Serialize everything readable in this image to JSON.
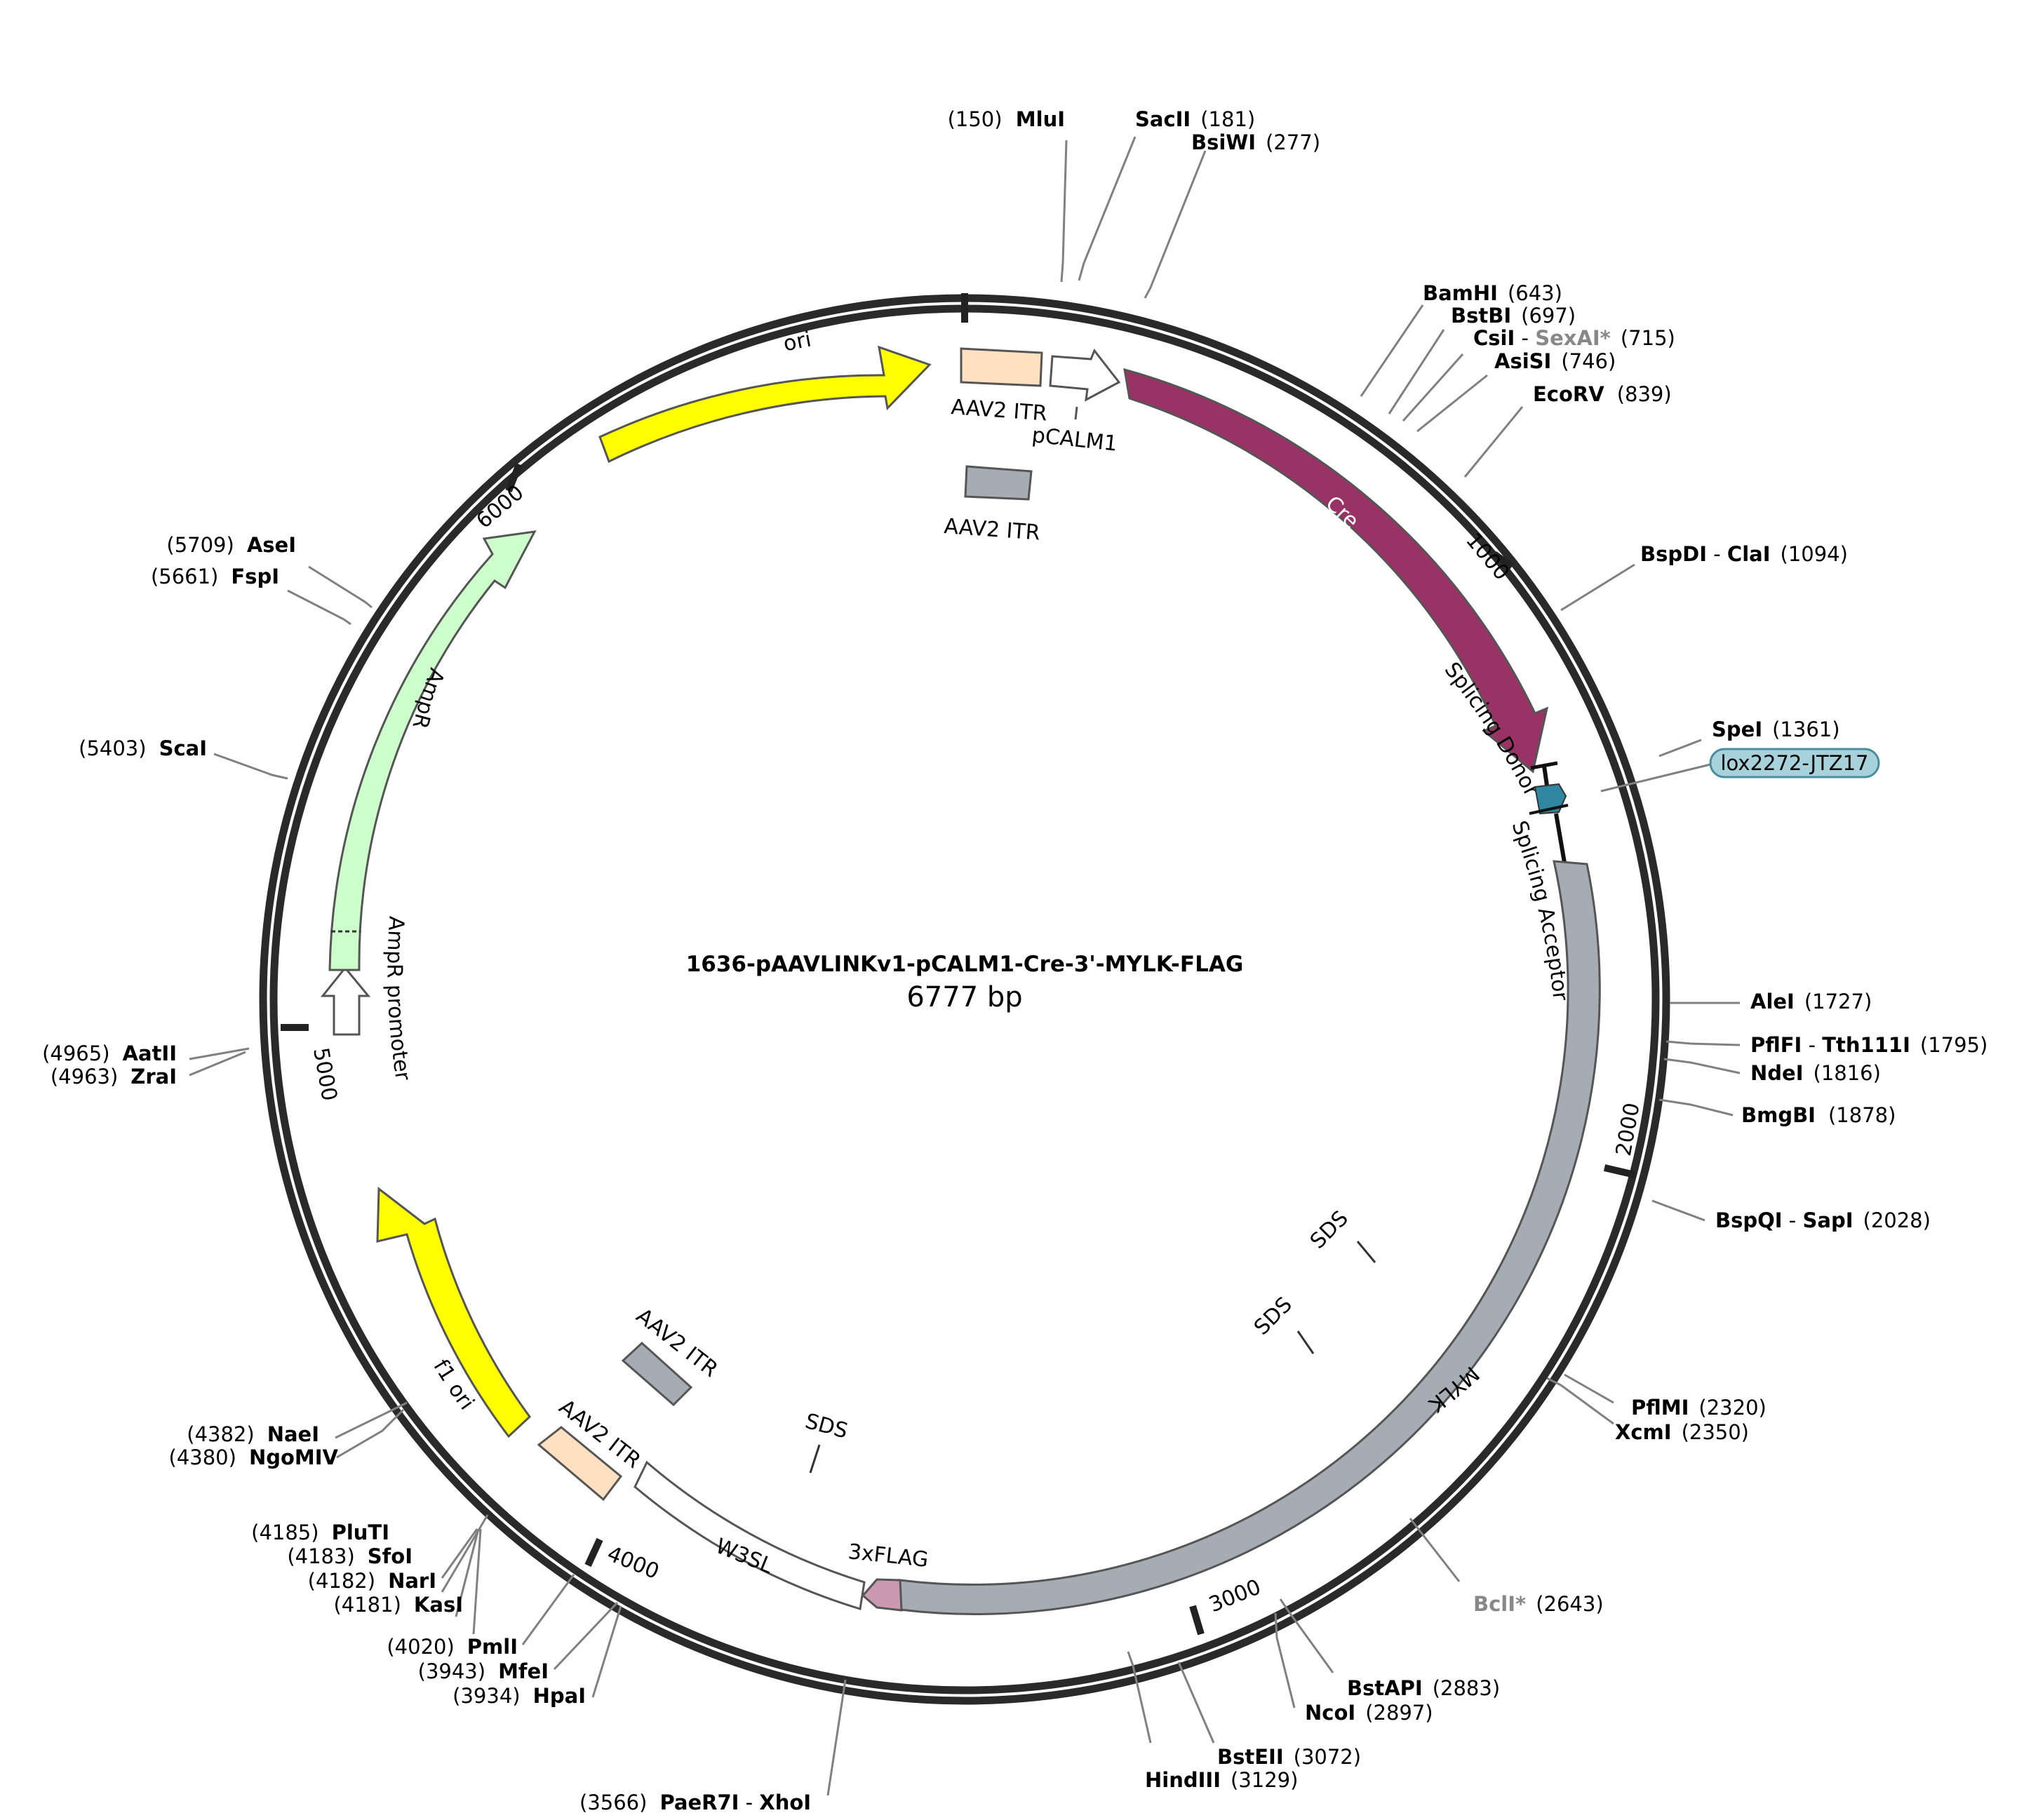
{
  "title": "1636-pAAVLINKv1-pCALM1-Cre-3'-MYLK-FLAG",
  "size_label": "6777 bp",
  "total_bp": 6777,
  "colors": {
    "ori": "#ffff00",
    "cre": "#993366",
    "mylk": "#a6acb3",
    "itr": "#ffe0c0",
    "itr_grey": "#a6acb3",
    "ampr": "#ccffcc",
    "flag": "#cc99b3",
    "lox": "#2e86a0",
    "lox_label_bg": "#a8d2db",
    "line": "#808080"
  },
  "ticks": [
    {
      "pos": 1000,
      "label": "1000"
    },
    {
      "pos": 2000,
      "label": "2000"
    },
    {
      "pos": 3000,
      "label": "3000"
    },
    {
      "pos": 4000,
      "label": "4000"
    },
    {
      "pos": 5000,
      "label": "5000"
    },
    {
      "pos": 6000,
      "label": "6000"
    }
  ],
  "features": [
    {
      "id": "ori",
      "label": "ori"
    },
    {
      "id": "itr1",
      "label": "AAV2 ITR"
    },
    {
      "id": "itr1b",
      "label": "AAV2 ITR"
    },
    {
      "id": "pcalm1",
      "label": "pCALM1"
    },
    {
      "id": "cre",
      "label": "Cre"
    },
    {
      "id": "sd",
      "label": "Splicing Donor"
    },
    {
      "id": "sa",
      "label": "Splicing Acceptor"
    },
    {
      "id": "lox",
      "label": "lox2272-JTZ17"
    },
    {
      "id": "mylk",
      "label": "MYLK"
    },
    {
      "id": "flag",
      "label": "3xFLAG"
    },
    {
      "id": "w3sl",
      "label": "W3SL"
    },
    {
      "id": "itr2",
      "label": "AAV2 ITR"
    },
    {
      "id": "itr2b",
      "label": "AAV2 ITR"
    },
    {
      "id": "f1ori",
      "label": "f1 ori"
    },
    {
      "id": "ampr_promoter",
      "label": "AmpR promoter"
    },
    {
      "id": "ampr",
      "label": "AmpR"
    },
    {
      "id": "sds1",
      "label": "SDS"
    },
    {
      "id": "sds2",
      "label": "SDS"
    },
    {
      "id": "sds3",
      "label": "SDS"
    }
  ],
  "sites": [
    {
      "name": "MluI",
      "pos": "(150)"
    },
    {
      "name": "SacII",
      "pos": "(181)"
    },
    {
      "name": "BsiWI",
      "pos": "(277)"
    },
    {
      "name": "BamHI",
      "pos": "(643)"
    },
    {
      "name": "BstBI",
      "pos": "(697)"
    },
    {
      "name": "CsiI",
      "sep": " - ",
      "name2": "SexAI*",
      "pos": "(715)"
    },
    {
      "name": "AsiSI",
      "pos": "(746)"
    },
    {
      "name": "EcoRV",
      "pos": "(839)"
    },
    {
      "name": "BspDI",
      "sep": " - ",
      "name2": "ClaI",
      "pos": "(1094)"
    },
    {
      "name": "SpeI",
      "pos": "(1361)"
    },
    {
      "name": "AleI",
      "pos": "(1727)"
    },
    {
      "name": "PflFI",
      "sep": " - ",
      "name2": "Tth111I",
      "pos": "(1795)"
    },
    {
      "name": "NdeI",
      "pos": "(1816)"
    },
    {
      "name": "BmgBI",
      "pos": "(1878)"
    },
    {
      "name": "BspQI",
      "sep": " - ",
      "name2": "SapI",
      "pos": "(2028)"
    },
    {
      "name": "PflMI",
      "pos": "(2320)"
    },
    {
      "name": "XcmI",
      "pos": "(2350)"
    },
    {
      "name": "BclI*",
      "pos": "(2643)"
    },
    {
      "name": "BstAPI",
      "pos": "(2883)"
    },
    {
      "name": "NcoI",
      "pos": "(2897)"
    },
    {
      "name": "BstEII",
      "pos": "(3072)"
    },
    {
      "name": "HindIII",
      "pos": "(3129)"
    },
    {
      "name": "PaeR7I",
      "sep": " - ",
      "name2": "XhoI",
      "pos": "(3566)"
    },
    {
      "name": "HpaI",
      "pos": "(3934)"
    },
    {
      "name": "MfeI",
      "pos": "(3943)"
    },
    {
      "name": "PmlI",
      "pos": "(4020)"
    },
    {
      "name": "KasI",
      "pos": "(4181)"
    },
    {
      "name": "NarI",
      "pos": "(4182)"
    },
    {
      "name": "SfoI",
      "pos": "(4183)"
    },
    {
      "name": "PluTI",
      "pos": "(4185)"
    },
    {
      "name": "NgoMIV",
      "pos": "(4380)"
    },
    {
      "name": "NaeI",
      "pos": "(4382)"
    },
    {
      "name": "ZraI",
      "pos": "(4963)"
    },
    {
      "name": "AatII",
      "pos": "(4965)"
    },
    {
      "name": "ScaI",
      "pos": "(5403)"
    },
    {
      "name": "FspI",
      "pos": "(5661)"
    },
    {
      "name": "AseI",
      "pos": "(5709)"
    }
  ]
}
